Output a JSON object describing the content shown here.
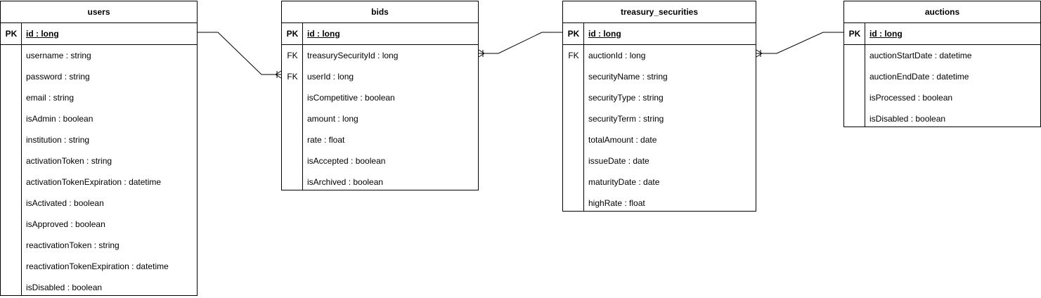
{
  "entities": {
    "users": {
      "name": "users",
      "pk": {
        "key": "PK",
        "field": "id : long"
      },
      "rows": [
        {
          "key": "",
          "field": "username : string"
        },
        {
          "key": "",
          "field": "password : string"
        },
        {
          "key": "",
          "field": "email : string"
        },
        {
          "key": "",
          "field": "isAdmin : boolean"
        },
        {
          "key": "",
          "field": "institution : string"
        },
        {
          "key": "",
          "field": "activationToken : string"
        },
        {
          "key": "",
          "field": "activationTokenExpiration : datetime"
        },
        {
          "key": "",
          "field": "isActivated : boolean"
        },
        {
          "key": "",
          "field": "isApproved : boolean"
        },
        {
          "key": "",
          "field": "reactivationToken : string"
        },
        {
          "key": "",
          "field": "reactivationTokenExpiration : datetime"
        },
        {
          "key": "",
          "field": "isDisabled : boolean"
        }
      ]
    },
    "bids": {
      "name": "bids",
      "pk": {
        "key": "PK",
        "field": "id : long"
      },
      "rows": [
        {
          "key": "FK",
          "field": "treasurySecurityId : long"
        },
        {
          "key": "FK",
          "field": "userId : long"
        },
        {
          "key": "",
          "field": "isCompetitive : boolean"
        },
        {
          "key": "",
          "field": "amount : long"
        },
        {
          "key": "",
          "field": "rate : float"
        },
        {
          "key": "",
          "field": "isAccepted : boolean"
        },
        {
          "key": "",
          "field": "isArchived : boolean"
        }
      ]
    },
    "treasury_securities": {
      "name": "treasury_securities",
      "pk": {
        "key": "PK",
        "field": "id : long"
      },
      "rows": [
        {
          "key": "FK",
          "field": "auctionId : long"
        },
        {
          "key": "",
          "field": "securityName : string"
        },
        {
          "key": "",
          "field": "securityType : string"
        },
        {
          "key": "",
          "field": "securityTerm : string"
        },
        {
          "key": "",
          "field": "totalAmount : date"
        },
        {
          "key": "",
          "field": "issueDate : date"
        },
        {
          "key": "",
          "field": "maturityDate : date"
        },
        {
          "key": "",
          "field": "highRate : float"
        }
      ]
    },
    "auctions": {
      "name": "auctions",
      "pk": {
        "key": "PK",
        "field": "id : long"
      },
      "rows": [
        {
          "key": "",
          "field": "auctionStartDate : datetime"
        },
        {
          "key": "",
          "field": "auctionEndDate : datetime"
        },
        {
          "key": "",
          "field": "isProcessed : boolean"
        },
        {
          "key": "",
          "field": "isDisabled : boolean"
        }
      ]
    }
  },
  "relationships": [
    {
      "from": "users",
      "to": "bids",
      "from_end": "one",
      "to_end": "many"
    },
    {
      "from": "treasury_securities",
      "to": "bids",
      "from_end": "one",
      "to_end": "many"
    },
    {
      "from": "auctions",
      "to": "treasury_securities",
      "from_end": "one",
      "to_end": "many"
    }
  ]
}
